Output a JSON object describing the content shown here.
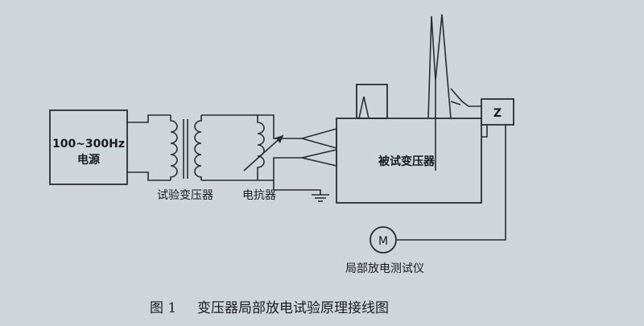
{
  "figure": {
    "caption_number": "图 1",
    "caption_text": "变压器局部放电试验原理接线图"
  },
  "components": {
    "power_source": {
      "line1": "100~300Hz",
      "line2": "电源"
    },
    "test_transformer": {
      "label": "试验变压器"
    },
    "reactor": {
      "label": "电抗器"
    },
    "dut_transformer": {
      "label": "被试变压器"
    },
    "impedance": {
      "label": "Z"
    },
    "meter": {
      "symbol": "M",
      "label": "局部放电测试仪"
    }
  }
}
